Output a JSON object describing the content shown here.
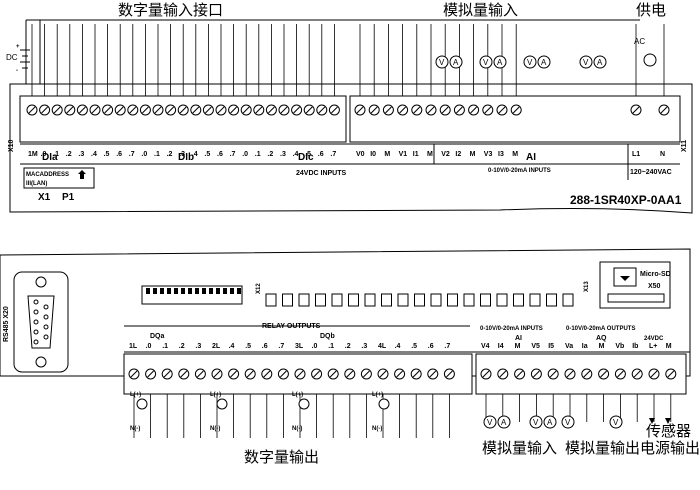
{
  "top": {
    "headings": {
      "digital_in": "数字量输入接口",
      "analog_in": "模拟量输入",
      "power": "供电"
    },
    "dc_label": "DC",
    "ac_label": "AC",
    "x10": "X10",
    "x11": "X11",
    "terminal_labels": [
      "1M",
      ".0",
      ".1",
      ".2",
      ".3",
      ".4",
      ".5",
      ".6",
      ".7",
      ".0",
      ".1",
      ".2",
      ".3",
      ".4",
      ".5",
      ".6",
      ".7",
      ".0",
      ".1",
      ".2",
      ".3",
      ".4",
      ".5",
      ".6",
      ".7",
      "V0",
      "I0",
      "M",
      "V1",
      "I1",
      "M",
      "V2",
      "I2",
      "M",
      "V3",
      "I3",
      "M",
      "L1",
      "N"
    ],
    "groups": {
      "dia": "DIa",
      "dib": "DIb",
      "dic": "DIc",
      "ai": "AI"
    },
    "inputs_24vdc": "24VDC INPUTS",
    "ai_inputs": "0-10V/0-20mA  INPUTS",
    "supply": "120~240VAC",
    "mac_line1": "MACADDRESS",
    "mac_line2": "III(LAN)",
    "x1": "X1",
    "p1": "P1",
    "model": "288-1SR40XP-0AA1",
    "meters": [
      "V",
      "A",
      "V",
      "A",
      "V",
      "A",
      "V",
      "A"
    ]
  },
  "bottom": {
    "rs485": "RS485 X20",
    "x12": "X12",
    "x13": "X13",
    "relay_outputs": "RELAY OUTPUTS",
    "dqa": "DQa",
    "dqb": "DQb",
    "ai_inputs": "0-10V/0-20mA  INPUTS",
    "aq_outputs": "0-10V/0-20mA OUTPUTS",
    "ai": "AI",
    "aq": "AQ",
    "vdc24": "24VDC",
    "microsd_1": "Micro-SD",
    "microsd_2": "X50",
    "terminal_labels": [
      "1L",
      ".0",
      ".1",
      ".2",
      ".3",
      "2L",
      ".4",
      ".5",
      ".6",
      ".7",
      "3L",
      ".0",
      ".1",
      ".2",
      ".3",
      "4L",
      ".4",
      ".5",
      ".6",
      ".7",
      "V4",
      "I4",
      "M",
      "V5",
      "I5",
      "Va",
      "Ia",
      "M",
      "Vb",
      "Ib",
      "L+",
      "M"
    ],
    "lplus": "L(+)",
    "nminus": "N(-)",
    "meters": [
      "V",
      "A",
      "V",
      "A",
      "V",
      "V"
    ],
    "captions": {
      "digital_out": "数字量输出",
      "analog_in": "模拟量输入",
      "analog_out": "模拟量输出",
      "sensor_power": "电源输出",
      "sensor": "传感器"
    }
  }
}
